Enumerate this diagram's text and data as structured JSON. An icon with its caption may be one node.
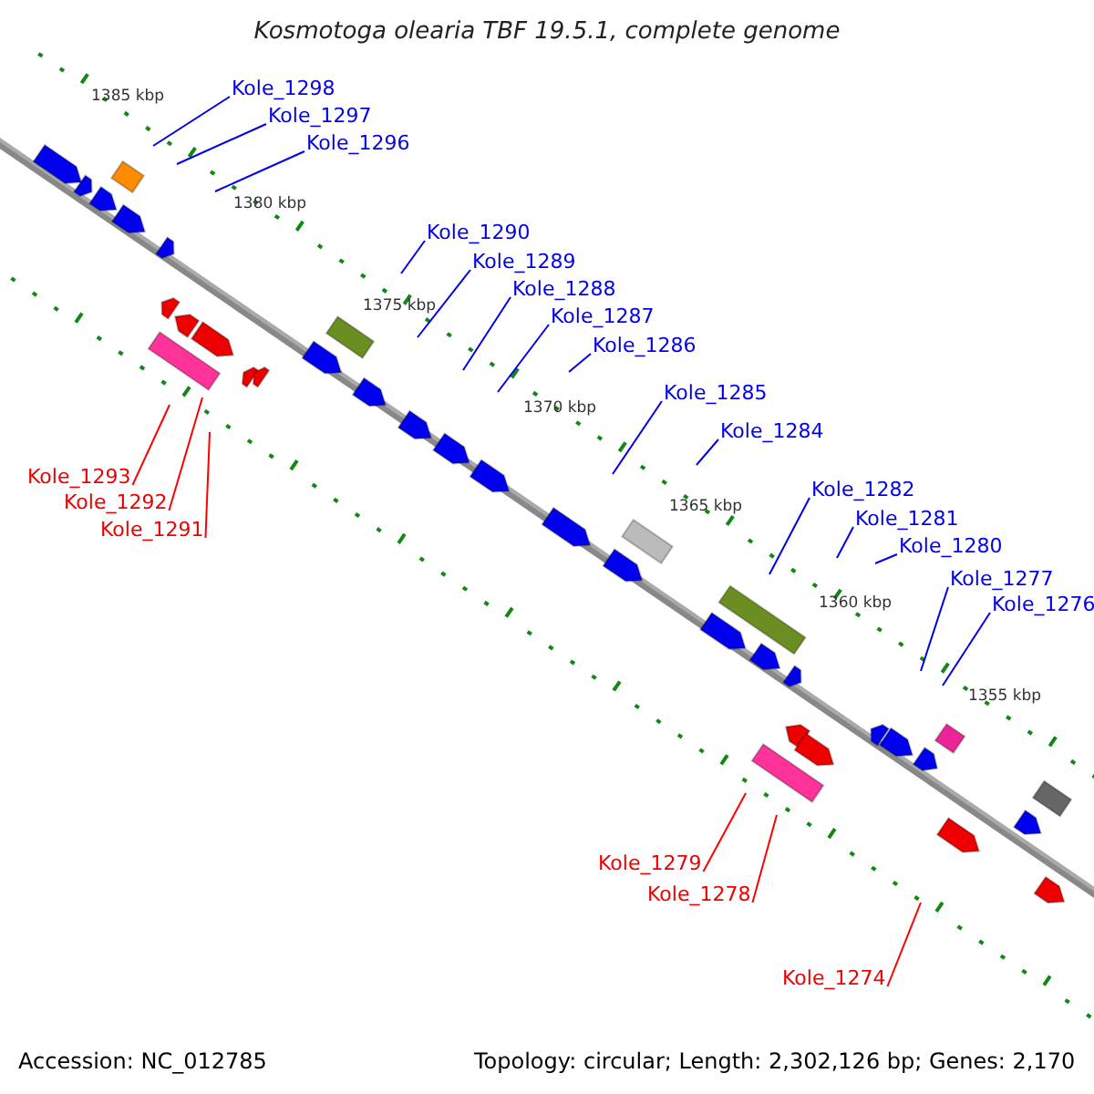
{
  "diagram": {
    "title": "Kosmotoga olearia TBF 19.5.1, complete genome",
    "nodes": [
      {
        "text": [
          "Kole_1298"
        ]
      },
      {
        "text": [
          "Kole_1297"
        ]
      },
      {
        "text": [
          "Kole_1296"
        ]
      },
      {
        "text": [
          "Kole_1290"
        ]
      },
      {
        "text": [
          "Kole_1289"
        ]
      },
      {
        "text": [
          "Kole_1288"
        ]
      },
      {
        "text": [
          "Kole_1287"
        ]
      },
      {
        "text": [
          "Kole_1286"
        ]
      },
      {
        "text": [
          "Kole_1285"
        ]
      },
      {
        "text": [
          "Kole_1284"
        ]
      },
      {
        "text": [
          "Kole_1282"
        ]
      },
      {
        "text": [
          "Kole_1281"
        ]
      },
      {
        "text": [
          "Kole_1280"
        ]
      },
      {
        "text": [
          "Kole_1277"
        ]
      },
      {
        "text": [
          "Kole_1276"
        ]
      },
      {
        "text": [
          "Kole_1293"
        ]
      },
      {
        "text": [
          "Kole_1292"
        ]
      },
      {
        "text": [
          "Kole_1291"
        ]
      },
      {
        "text": [
          "Kole_1279"
        ]
      },
      {
        "text": [
          "Kole_1278"
        ]
      },
      {
        "text": [
          "Kole_1274"
        ]
      }
    ],
    "edges": [
      {
        "from": 0,
        "to": null,
        "arrow": "none"
      },
      {
        "from": 1,
        "to": null,
        "arrow": "none"
      },
      {
        "from": 2,
        "to": null,
        "arrow": "none"
      },
      {
        "from": 3,
        "to": null,
        "arrow": "none"
      },
      {
        "from": 4,
        "to": null,
        "arrow": "none"
      },
      {
        "from": 5,
        "to": null,
        "arrow": "none"
      },
      {
        "from": 6,
        "to": null,
        "arrow": "none"
      },
      {
        "from": 7,
        "to": null,
        "arrow": "none"
      },
      {
        "from": 8,
        "to": null,
        "arrow": "none"
      },
      {
        "from": 9,
        "to": null,
        "arrow": "none"
      },
      {
        "from": 10,
        "to": null,
        "arrow": "none"
      },
      {
        "from": 11,
        "to": null,
        "arrow": "none"
      },
      {
        "from": 12,
        "to": null,
        "arrow": "none"
      },
      {
        "from": 13,
        "to": null,
        "arrow": "none"
      },
      {
        "from": 14,
        "to": null,
        "arrow": "none"
      },
      {
        "from": 15,
        "to": null,
        "arrow": "none",
        "color": "#ff0000"
      },
      {
        "from": 16,
        "to": null,
        "arrow": "none",
        "color": "#ff0000"
      },
      {
        "from": 17,
        "to": null,
        "arrow": "none",
        "color": "#ff0000"
      },
      {
        "from": 18,
        "to": null,
        "arrow": "none",
        "color": "#ff0000"
      },
      {
        "from": 19,
        "to": null,
        "arrow": "none",
        "color": "#ff0000"
      },
      {
        "from": 20,
        "to": null,
        "arrow": "none",
        "color": "#ff0000"
      }
    ],
    "labels": [
      "1385 kbp",
      "1380 kbp",
      "1375 kbp",
      "1370 kbp",
      "1365 kbp",
      "1360 kbp",
      "1355 kbp",
      "Accession: NC_012785",
      "Topology: circular; Length: 2,302,126 bp; Genes: 2,170"
    ]
  }
}
